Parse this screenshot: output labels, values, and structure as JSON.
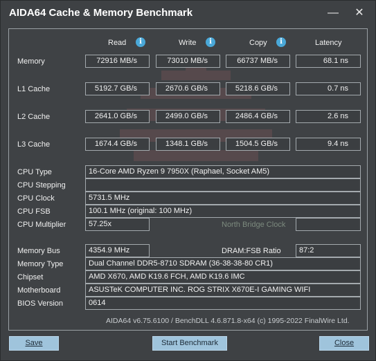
{
  "window": {
    "title": "AIDA64 Cache & Memory Benchmark",
    "minimize_glyph": "—",
    "close_glyph": "✕"
  },
  "columns": {
    "read": "Read",
    "write": "Write",
    "copy": "Copy",
    "latency": "Latency",
    "info_glyph": "i"
  },
  "bench_rows": [
    {
      "label": "Memory",
      "read": "72916 MB/s",
      "write": "73010 MB/s",
      "copy": "66737 MB/s",
      "latency": "68.1 ns"
    },
    {
      "label": "L1 Cache",
      "read": "5192.7 GB/s",
      "write": "2670.6 GB/s",
      "copy": "5218.6 GB/s",
      "latency": "0.7 ns"
    },
    {
      "label": "L2 Cache",
      "read": "2641.0 GB/s",
      "write": "2499.0 GB/s",
      "copy": "2486.4 GB/s",
      "latency": "2.6 ns"
    },
    {
      "label": "L3 Cache",
      "read": "1674.4 GB/s",
      "write": "1348.1 GB/s",
      "copy": "1504.5 GB/s",
      "latency": "9.4 ns"
    }
  ],
  "cpu": {
    "type_label": "CPU Type",
    "type_value": "16-Core AMD Ryzen 9 7950X  (Raphael, Socket AM5)",
    "stepping_label": "CPU Stepping",
    "stepping_value": "",
    "clock_label": "CPU Clock",
    "clock_value": "5731.5 MHz",
    "fsb_label": "CPU FSB",
    "fsb_value": "100.1 MHz  (original: 100 MHz)",
    "multiplier_label": "CPU Multiplier",
    "multiplier_value": "57.25x",
    "nb_clock_label": "North Bridge Clock",
    "nb_clock_value": ""
  },
  "memory": {
    "bus_label": "Memory Bus",
    "bus_value": "4354.9 MHz",
    "ratio_label": "DRAM:FSB Ratio",
    "ratio_value": "87:2",
    "type_label": "Memory Type",
    "type_value": "Dual Channel DDR5-8710 SDRAM  (36-38-38-80 CR1)",
    "chipset_label": "Chipset",
    "chipset_value": "AMD X670, AMD K19.6 FCH, AMD K19.6 IMC",
    "motherboard_label": "Motherboard",
    "motherboard_value": "ASUSTeK COMPUTER INC. ROG STRIX X670E-I GAMING WIFI",
    "bios_label": "BIOS Version",
    "bios_value": "0614"
  },
  "footer": "AIDA64 v6.75.6100 / BenchDLL 4.6.871.8-x64  (c) 1995-2022 FinalWire Ltd.",
  "buttons": {
    "save": "Save",
    "start": "Start Benchmark",
    "close": "Close"
  },
  "colors": {
    "background": "#3e4144",
    "button": "#9fc4dc",
    "info_icon": "#4aa8d8"
  }
}
